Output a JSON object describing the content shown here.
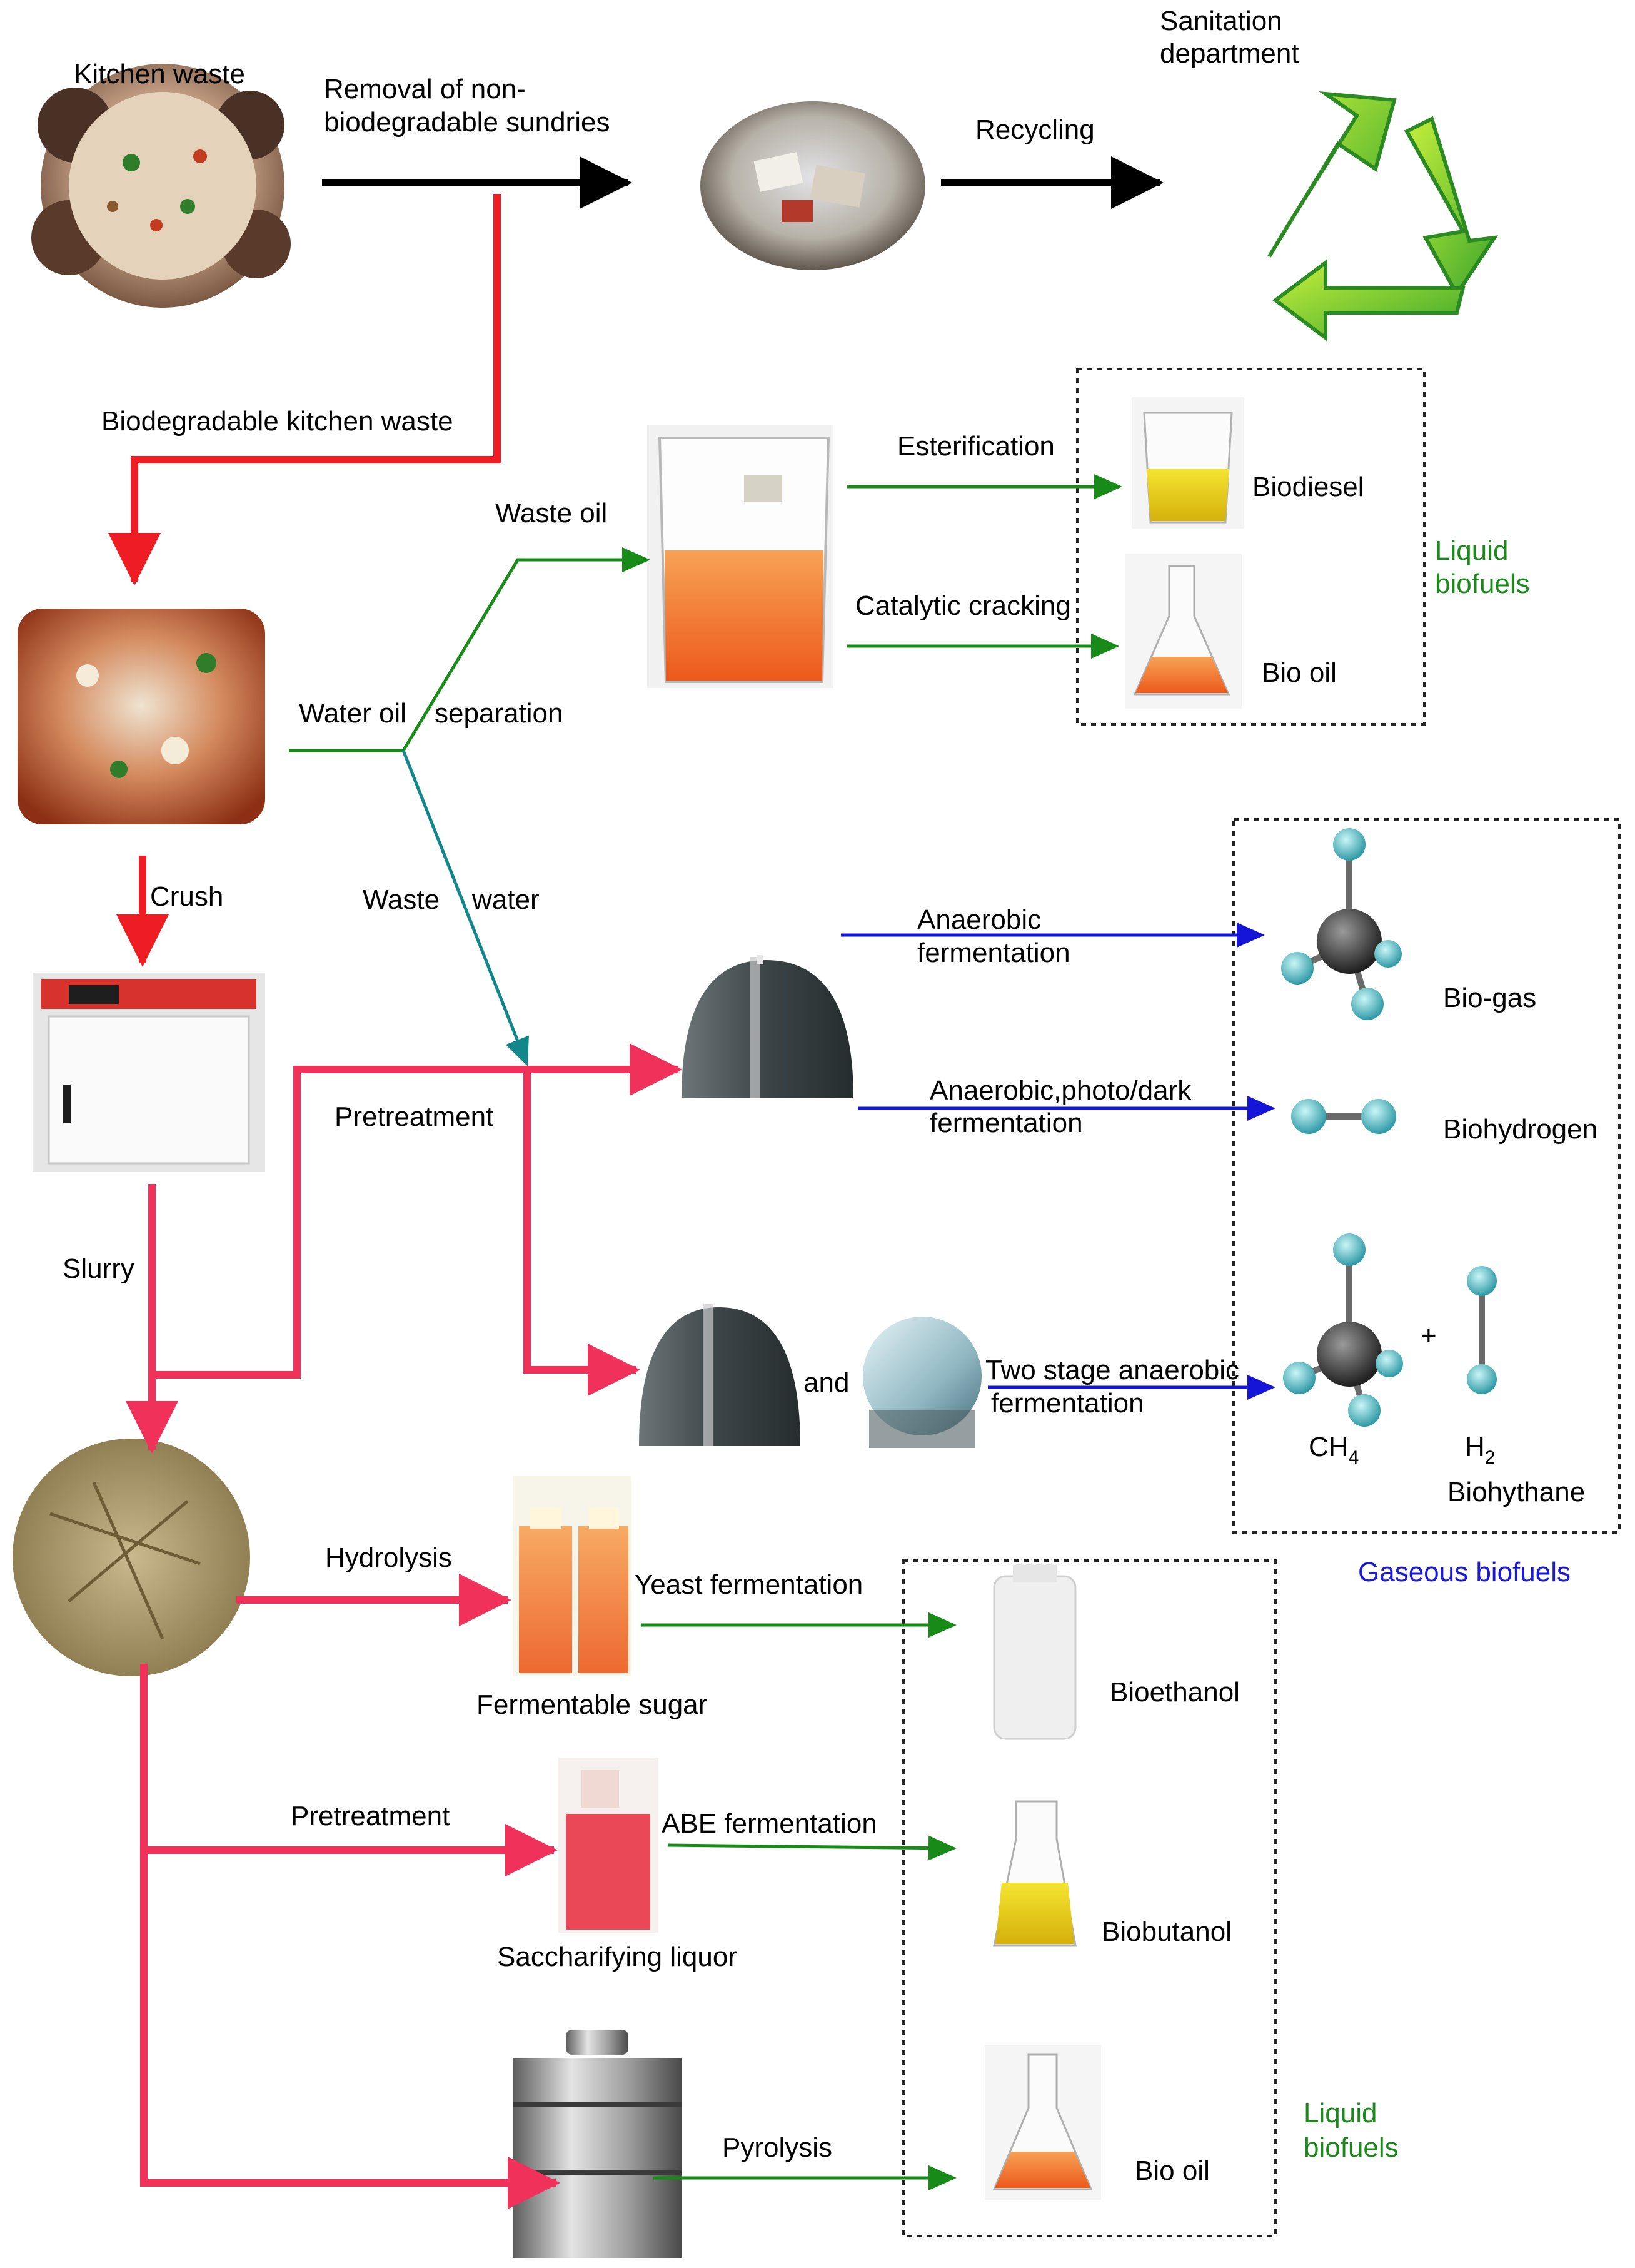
{
  "colors": {
    "black_flow": "#000000",
    "waste_flow": "#ee1c23",
    "pink_flow": "#f0325a",
    "green_flow": "#178a17",
    "teal_flow": "#12868a",
    "blue_flow": "#1515d8",
    "liquid_label": "#1b8a1b",
    "gaseous_label": "#1a1ad6"
  },
  "labels": {
    "kitchen_waste": "Kitchen waste",
    "removal_line1": "Removal of non-",
    "removal_line2": "biodegradable sundries",
    "recycling": "Recycling",
    "sanitation_line1": "Sanitation",
    "sanitation_line2": "department",
    "biodegradable": "Biodegradable kitchen waste",
    "waste_oil": "Waste oil",
    "esterification": "Esterification",
    "biodiesel": "Biodiesel",
    "catalytic_cracking": "Catalytic cracking",
    "bio_oil_top": "Bio oil",
    "water_oil_a": "Water oil",
    "water_oil_b": "separation",
    "crush": "Crush",
    "waste_water_a": "Waste",
    "waste_water_b": "water",
    "anaerobic_line1": "Anaerobic",
    "anaerobic_line2": "fermentation",
    "biogas": "Bio-gas",
    "photo_line1": "Anaerobic,photo/dark",
    "photo_line2": "fermentation",
    "biohydrogen": "Biohydrogen",
    "pretreatment_top": "Pretreatment",
    "slurry": "Slurry",
    "and": "and",
    "two_stage_line1": "Two stage anaerobic",
    "two_stage_line2": "fermentation",
    "ch4_main": "CH",
    "ch4_sub": "4",
    "h2_main": "H",
    "h2_sub": "2",
    "plus": "+",
    "biohythane": "Biohythane",
    "gaseous_biofuels": "Gaseous biofuels",
    "hydrolysis": "Hydrolysis",
    "yeast_fermentation": "Yeast fermentation",
    "fermentable_sugar": "Fermentable sugar",
    "bioethanol": "Bioethanol",
    "pretreatment_bottom": "Pretreatment",
    "abe_fermentation": "ABE fermentation",
    "saccharifying_liquor": "Saccharifying liquor",
    "biobutanol": "Biobutanol",
    "pyrolysis": "Pyrolysis",
    "bio_oil_bottom": "Bio oil",
    "liquid_top_line1": "Liquid",
    "liquid_top_line2": "biofuels",
    "liquid_bottom_line1": "Liquid",
    "liquid_bottom_line2": "biofuels"
  }
}
